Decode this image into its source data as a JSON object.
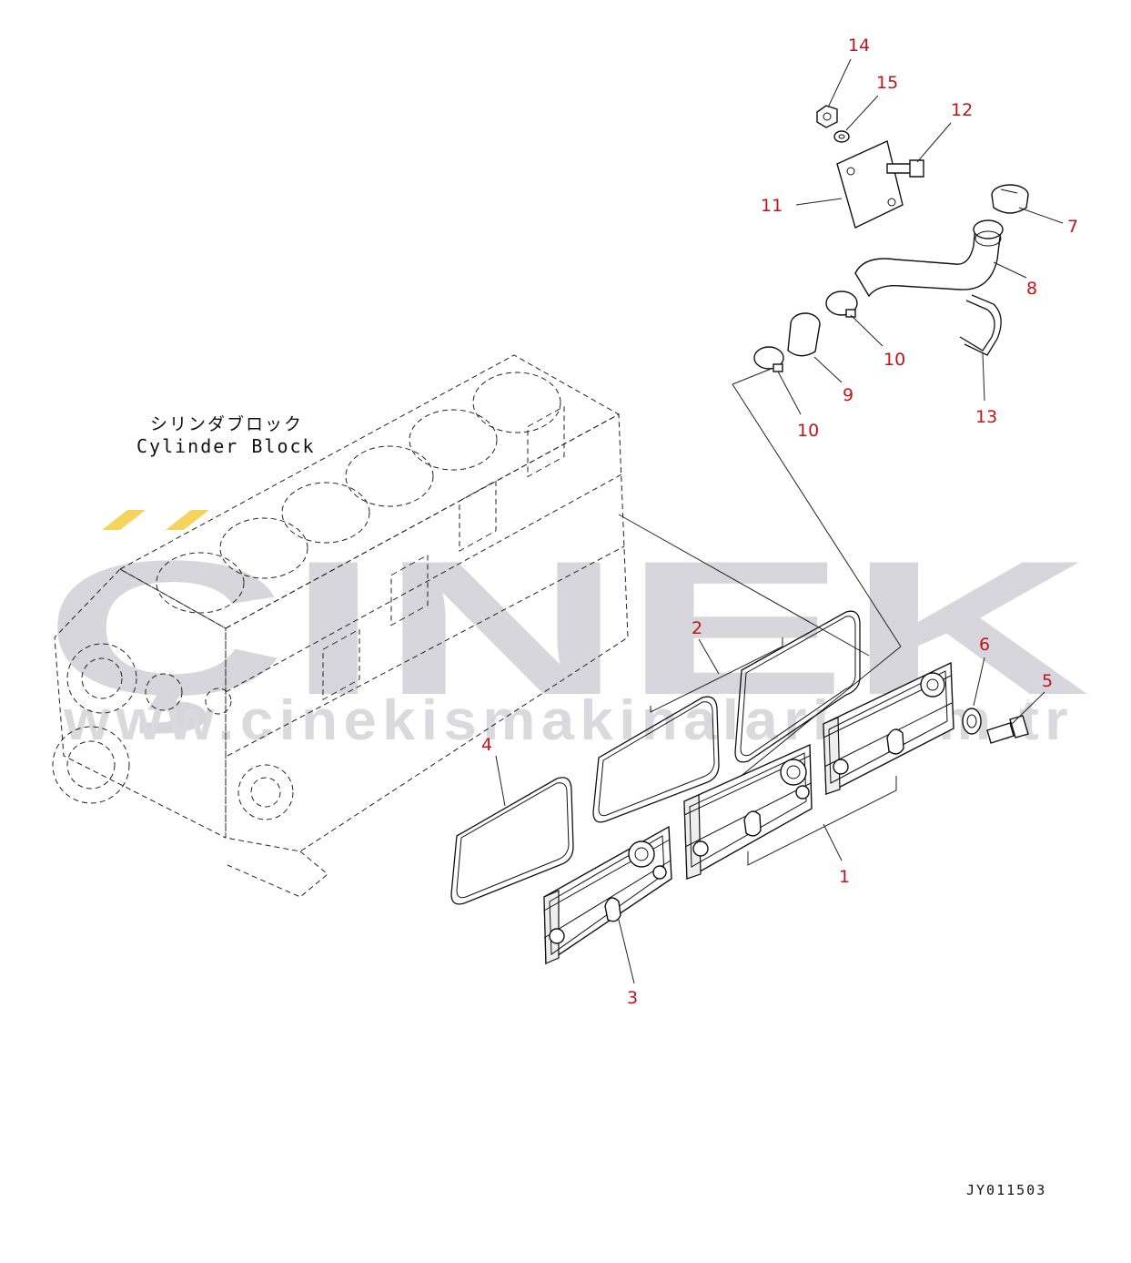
{
  "diagram": {
    "block_label_jp": "シリンダブロック",
    "block_label_en": "Cylinder Block",
    "figure_id": "JY011503",
    "watermark_brand": "ÇINEK",
    "watermark_url": "www.cinekismakinalari.com.tr",
    "callouts": [
      "14",
      "15",
      "12",
      "11",
      "7",
      "8",
      "10",
      "9",
      "10",
      "13",
      "2",
      "6",
      "5",
      "4",
      "1",
      "3"
    ],
    "colors": {
      "callout": "#c0141b",
      "line": "#111111",
      "watermark": "#d6d6dc",
      "watermark_accent": "#f4d35e"
    }
  }
}
